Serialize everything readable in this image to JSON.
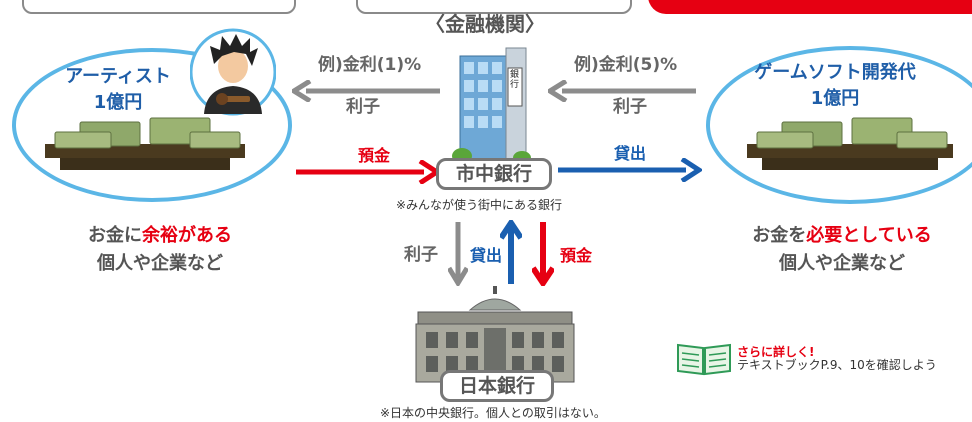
{
  "heading": "〈金融機関〉",
  "left_party": {
    "title_line1": "アーティスト",
    "title_line2": "1億円",
    "desc_pre": "お金に",
    "desc_emphasis": "余裕がある",
    "desc_line2": "個人や企業など"
  },
  "right_party": {
    "title_line1": "ゲームソフト開発代",
    "title_line2": "1億円",
    "desc_pre": "お金を",
    "desc_emphasis": "必要としている",
    "desc_line2": "個人や企業など"
  },
  "flows": {
    "left_rate": "例)金利(1)%",
    "left_interest": "利子",
    "right_rate": "例)金利(5)%",
    "right_interest": "利子",
    "deposit_left": "預金",
    "loan_right": "貸出",
    "interest_down": "利子",
    "loan_up": "貸出",
    "deposit_down": "預金"
  },
  "city_bank": {
    "label": "市中銀行",
    "note": "※みんなが使う街中にある銀行",
    "sign": "銀行"
  },
  "central_bank": {
    "label": "日本銀行",
    "note": "※日本の中央銀行。個人との取引はない。"
  },
  "more": {
    "title": "さらに詳しく!",
    "text": "テキストブックP.9、10を確認しよう"
  },
  "colors": {
    "accent_red": "#e60012",
    "accent_blue": "#1a5fb0",
    "circle_blue": "#5bb6e6",
    "gray_arrow": "#8c8c8c"
  }
}
